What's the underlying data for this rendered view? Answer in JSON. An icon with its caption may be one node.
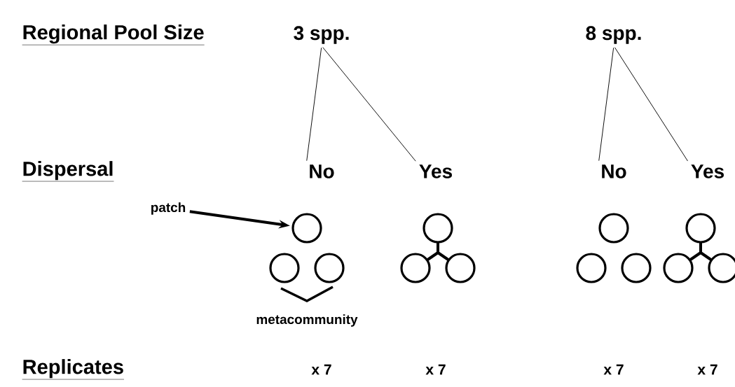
{
  "diagram": {
    "nodes": [
      {
        "text": [
          "3 spp."
        ]
      },
      {
        "text": [
          "8 spp."
        ]
      },
      {
        "text": [
          "No"
        ]
      },
      {
        "text": [
          "Yes"
        ]
      },
      {
        "text": [
          "No"
        ]
      },
      {
        "text": [
          "Yes"
        ]
      },
      {
        "text": [
          "patch"
        ]
      },
      {
        "text": [],
        "shape": "circle"
      },
      {
        "text": [],
        "shape": "circle"
      },
      {
        "text": [],
        "shape": "circle"
      },
      {
        "text": [],
        "shape": "circle"
      },
      {
        "text": [],
        "shape": "circle"
      },
      {
        "text": [],
        "shape": "circle"
      },
      {
        "text": [],
        "shape": "circle"
      },
      {
        "text": [],
        "shape": "circle"
      },
      {
        "text": [],
        "shape": "circle"
      },
      {
        "text": [],
        "shape": "circle"
      },
      {
        "text": [],
        "shape": "circle"
      },
      {
        "text": [],
        "shape": "circle"
      }
    ],
    "edges": [
      {
        "from": 0,
        "to": 2,
        "arrow": "none"
      },
      {
        "from": 0,
        "to": 3,
        "arrow": "none"
      },
      {
        "from": 1,
        "to": 4,
        "arrow": "none"
      },
      {
        "from": 1,
        "to": 5,
        "arrow": "none"
      },
      {
        "from": 6,
        "to": 7,
        "arrow": "to"
      },
      {
        "from": 10,
        "to": 11,
        "arrow": "none"
      },
      {
        "from": 10,
        "to": 12,
        "arrow": "none"
      },
      {
        "from": 16,
        "to": 17,
        "arrow": "none"
      },
      {
        "from": 16,
        "to": 18,
        "arrow": "none"
      }
    ],
    "labels": [
      "Regional Pool Size",
      "Dispersal",
      "metacommunity",
      "Replicates",
      "x 7",
      "x 7",
      "x 7",
      "x 7"
    ]
  }
}
